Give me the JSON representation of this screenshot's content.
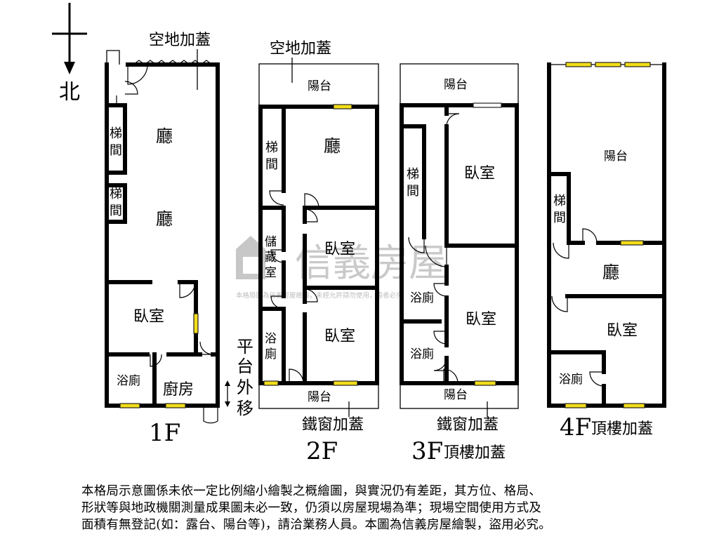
{
  "compass": {
    "label": "北"
  },
  "watermark": {
    "brand": "信義房屋",
    "line": "本格局圖為信義房屋繪製，未經允許請勿使用，違者必究"
  },
  "floors": {
    "f1": {
      "label": "1F",
      "annex_label": "空地加蓋",
      "platform_label": [
        "平",
        "台",
        "外",
        "移"
      ],
      "rooms": {
        "hall_upper": "廳",
        "hall_lower": "廳",
        "stair_upper": [
          "梯",
          "間"
        ],
        "stair_lower": [
          "梯",
          "間"
        ],
        "bedroom": "臥室",
        "bath": "浴廁",
        "kitchen": "廚房"
      }
    },
    "f2": {
      "label": "2F",
      "annex_label": "空地加蓋",
      "iron_window_label": "鐵窗加蓋",
      "rooms": {
        "balcony_top": "陽台",
        "stair": [
          "梯",
          "間"
        ],
        "hall": "廳",
        "storage": [
          "儲",
          "藏",
          "室"
        ],
        "bedroom_1": "臥室",
        "bath": [
          "浴",
          "廁"
        ],
        "bedroom_2": "臥室",
        "balcony_bottom": "陽台"
      }
    },
    "f3": {
      "label": "3F",
      "roof_label": "頂樓加蓋",
      "iron_window_label": "鐵窗加蓋",
      "rooms": {
        "balcony_top": "陽台",
        "stair": [
          "梯",
          "間"
        ],
        "bedroom_1": "臥室",
        "bath_1": "浴廁",
        "bedroom_2": "臥室",
        "bath_2": "浴廁",
        "balcony_bottom": "陽台"
      }
    },
    "f4": {
      "label": "4F",
      "roof_label": "頂樓加蓋",
      "rooms": {
        "balcony": "陽台",
        "stair": [
          "梯",
          "間"
        ],
        "hall": "廳",
        "bedroom": "臥室",
        "bath": "浴廁"
      }
    }
  },
  "disclaimer": [
    "本格局示意圖係未依一定比例縮小繪製之概繪圖，與實況仍有差距，其方位、格局、",
    "形狀等與地政機關測量成果圖未必一致，仍須以房屋現場為準；現場空間使用方式及",
    "面積有無登記(如：露台、陽台等)，請洽業務人員。本圖為信義房屋繪製，盜用必究。"
  ],
  "colors": {
    "wall": "#000000",
    "window": "#f3dd18",
    "watermark": "#c7c7c7"
  }
}
